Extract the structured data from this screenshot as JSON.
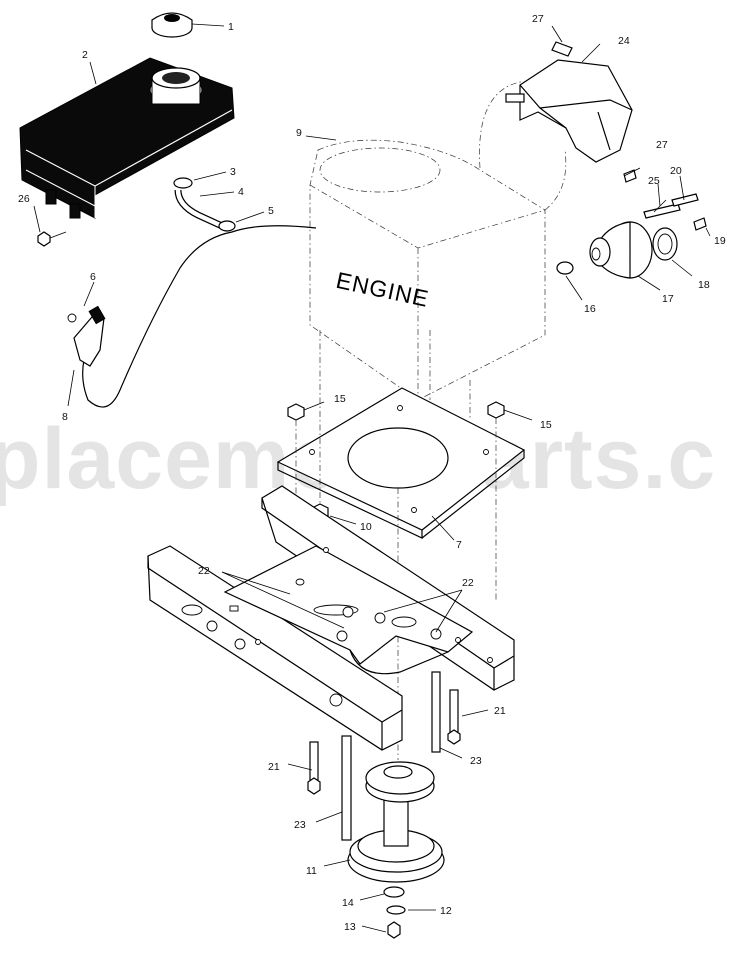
{
  "diagram": {
    "engine_label": "ENGINE",
    "watermark": "placementParts.c",
    "callouts": [
      {
        "id": "c1",
        "text": "1"
      },
      {
        "id": "c2",
        "text": "2"
      },
      {
        "id": "c3",
        "text": "3"
      },
      {
        "id": "c4",
        "text": "4"
      },
      {
        "id": "c5",
        "text": "5"
      },
      {
        "id": "c6",
        "text": "6"
      },
      {
        "id": "c7",
        "text": "7"
      },
      {
        "id": "c8",
        "text": "8"
      },
      {
        "id": "c9",
        "text": "9"
      },
      {
        "id": "c10",
        "text": "10"
      },
      {
        "id": "c11",
        "text": "11"
      },
      {
        "id": "c12",
        "text": "12"
      },
      {
        "id": "c13",
        "text": "13"
      },
      {
        "id": "c14",
        "text": "14"
      },
      {
        "id": "c15a",
        "text": "15"
      },
      {
        "id": "c15b",
        "text": "15"
      },
      {
        "id": "c16",
        "text": "16"
      },
      {
        "id": "c17",
        "text": "17"
      },
      {
        "id": "c18",
        "text": "18"
      },
      {
        "id": "c19",
        "text": "19"
      },
      {
        "id": "c20",
        "text": "20"
      },
      {
        "id": "c21a",
        "text": "21"
      },
      {
        "id": "c21b",
        "text": "21"
      },
      {
        "id": "c22a",
        "text": "22"
      },
      {
        "id": "c22b",
        "text": "22"
      },
      {
        "id": "c23a",
        "text": "23"
      },
      {
        "id": "c23b",
        "text": "23"
      },
      {
        "id": "c24",
        "text": "24"
      },
      {
        "id": "c25",
        "text": "25"
      },
      {
        "id": "c26",
        "text": "26"
      },
      {
        "id": "c27a",
        "text": "27"
      },
      {
        "id": "c27b",
        "text": "27"
      }
    ]
  }
}
